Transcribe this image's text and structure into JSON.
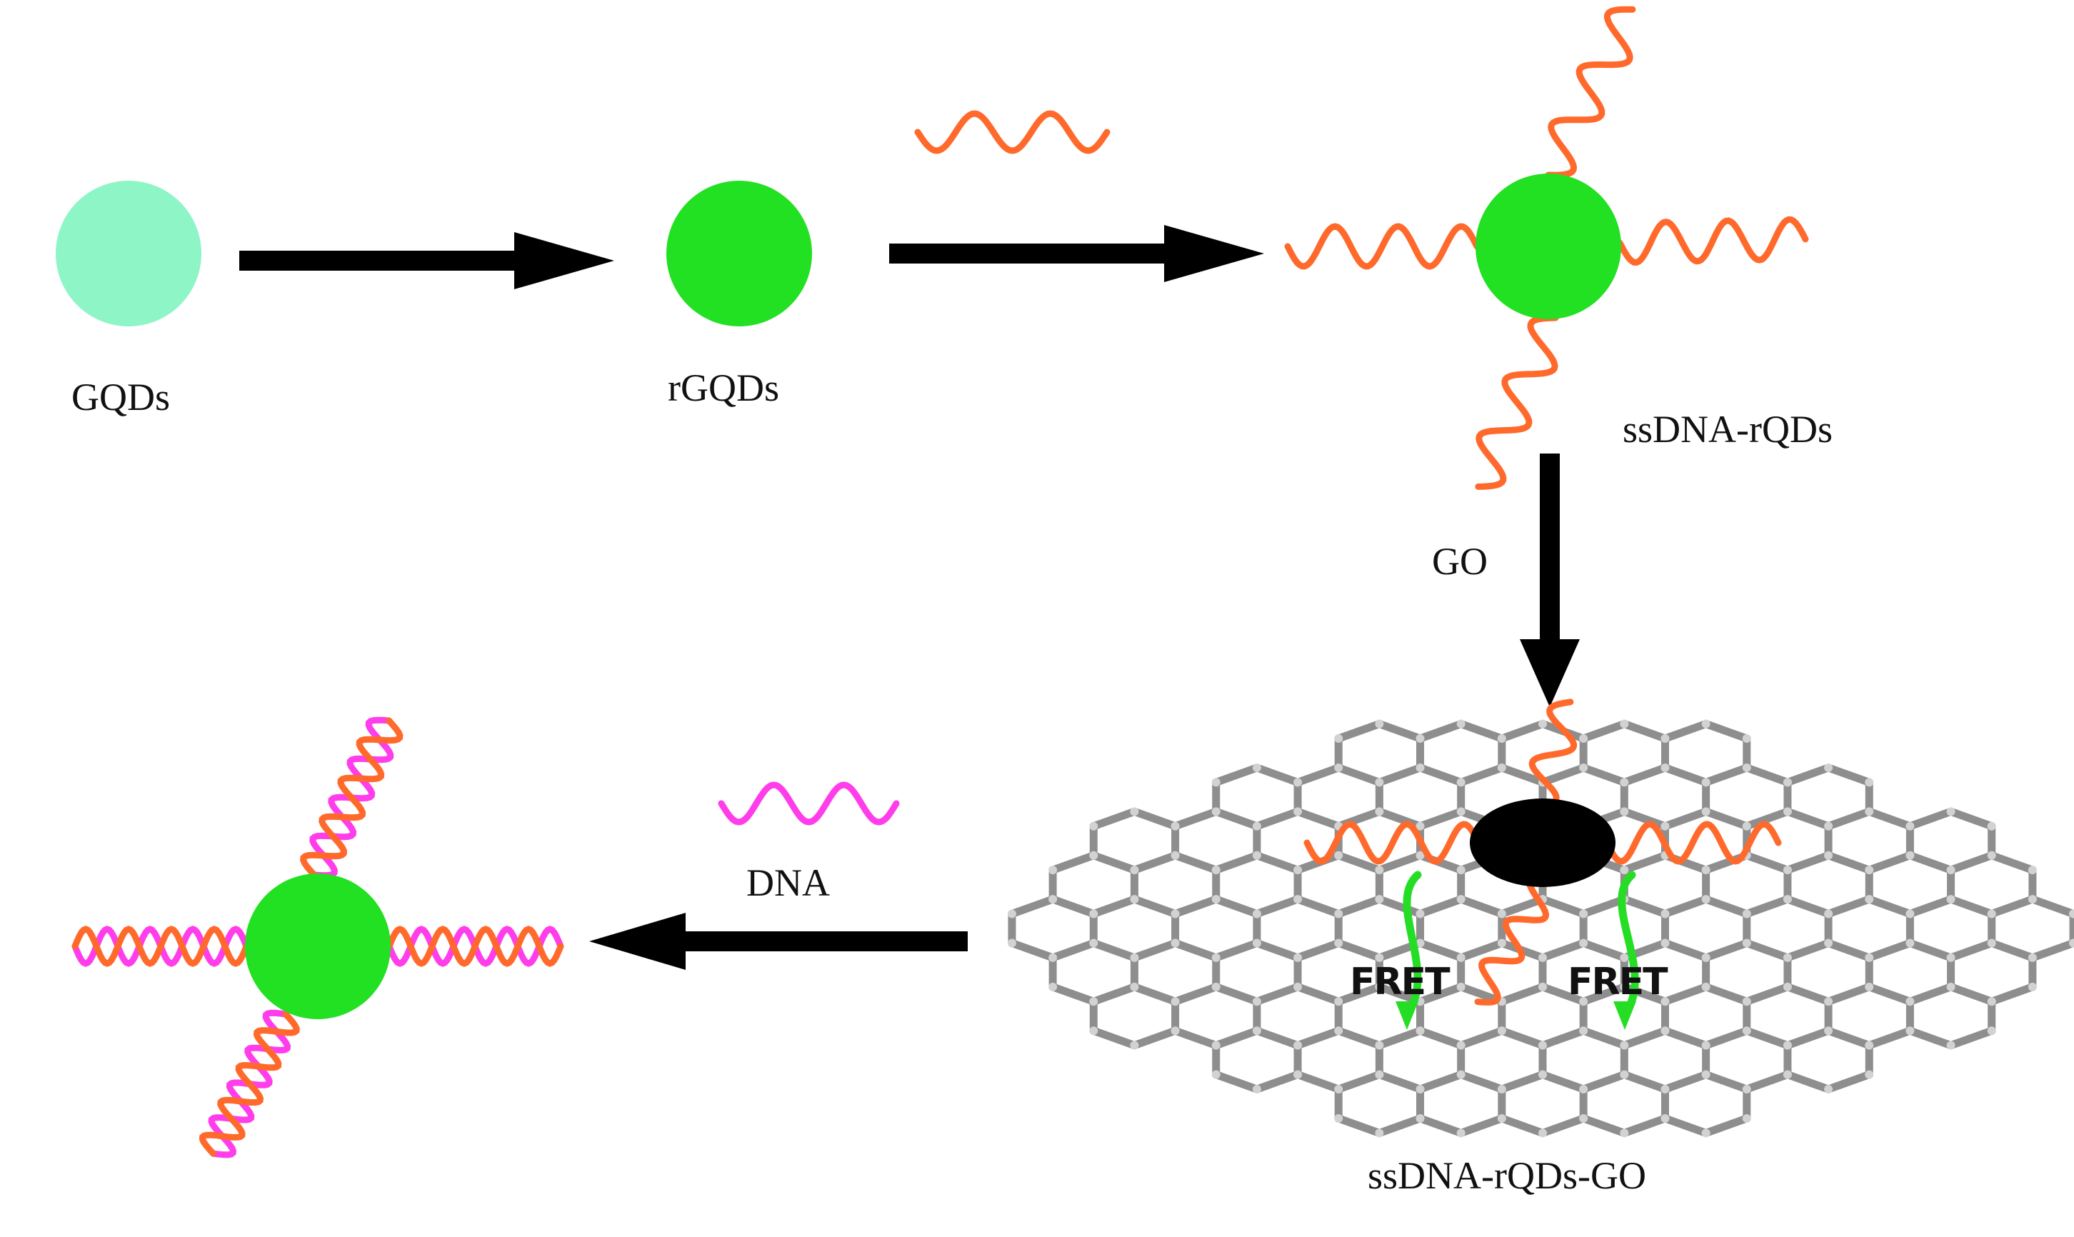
{
  "labels": {
    "gqds": "GQDs",
    "rgqds": "rGQDs",
    "ssdna_rqds": "ssDNA-rQDs",
    "go": "GO",
    "ssdna_rqds_go": "ssDNA-rQDs-GO",
    "dna": "DNA",
    "fret_left": "FRET",
    "fret_right": "FRET"
  },
  "colors": {
    "gqd": "#8ef5c7",
    "rgqd": "#22e022",
    "ssdna": "#ff6a2c",
    "dna": "#ff3dea",
    "fret_arrow": "#26dd26",
    "arrow": "#000000",
    "graphene_bond": "#8e8e8e",
    "graphene_atom": "#d2d2d2",
    "quenched_dot": "#000000"
  }
}
